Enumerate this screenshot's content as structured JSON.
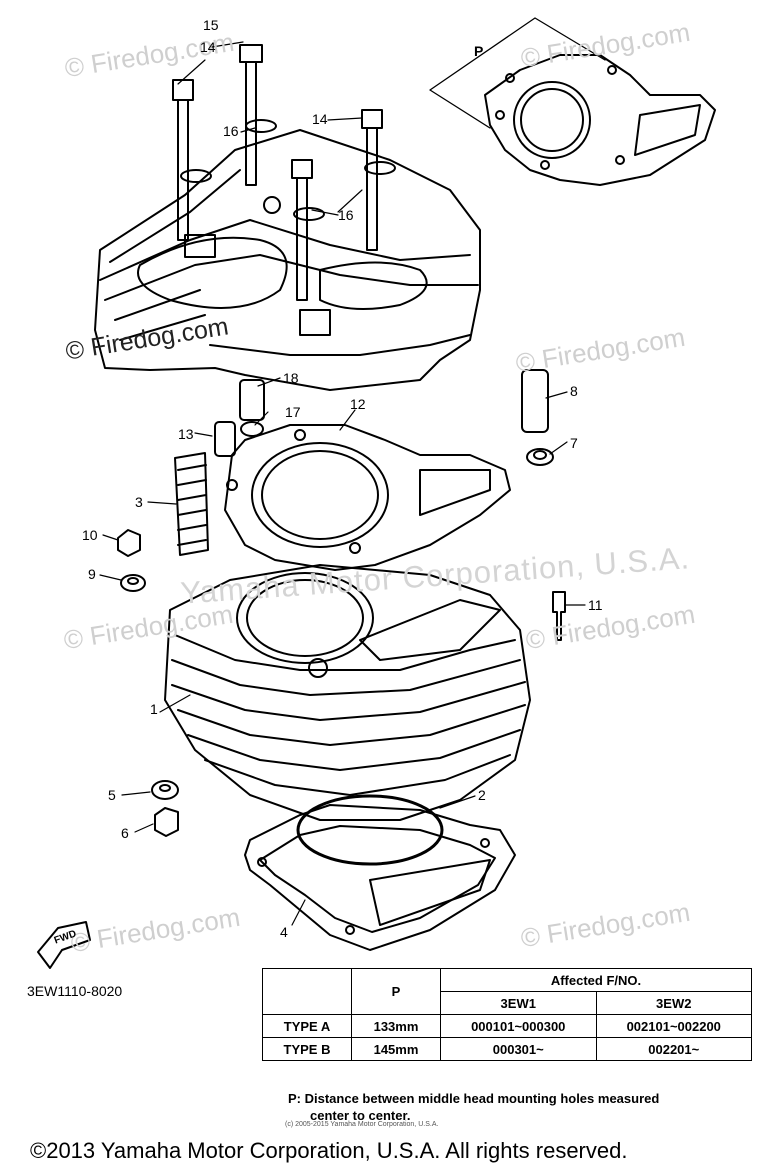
{
  "watermark": "© Firedog.com",
  "watermark_yamaha": "Yamaha Motor Corporation, U.S.A.",
  "callouts": {
    "c1": "1",
    "c2": "2",
    "c3": "3",
    "c4": "4",
    "c5": "5",
    "c6": "6",
    "c7": "7",
    "c8": "8",
    "c9": "9",
    "c10": "10",
    "c11": "11",
    "c12": "12",
    "c13": "13",
    "c14a": "14",
    "c14b": "14",
    "c15": "15",
    "c16a": "16",
    "c16b": "16",
    "c17": "17",
    "c18": "18",
    "cP": "P"
  },
  "fwd_label": "FWD",
  "part_code": "3EW1110-8020",
  "table": {
    "p_header": "P",
    "affected_header": "Affected F/NO.",
    "col_3ew1": "3EW1",
    "col_3ew2": "3EW2",
    "rows": [
      {
        "type": "TYPE A",
        "p": "133mm",
        "a": "000101~000300",
        "b": "002101~002200"
      },
      {
        "type": "TYPE B",
        "p": "145mm",
        "a": "000301~",
        "b": "002201~"
      }
    ]
  },
  "note_line1": "P: Distance between middle head mounting holes measured",
  "note_line2": "center to center.",
  "small_copyright": "(c) 2005-2015 Yamaha Motor Corporation, U.S.A.",
  "footer": "©2013 Yamaha Motor Corporation, U.S.A. All rights reserved."
}
